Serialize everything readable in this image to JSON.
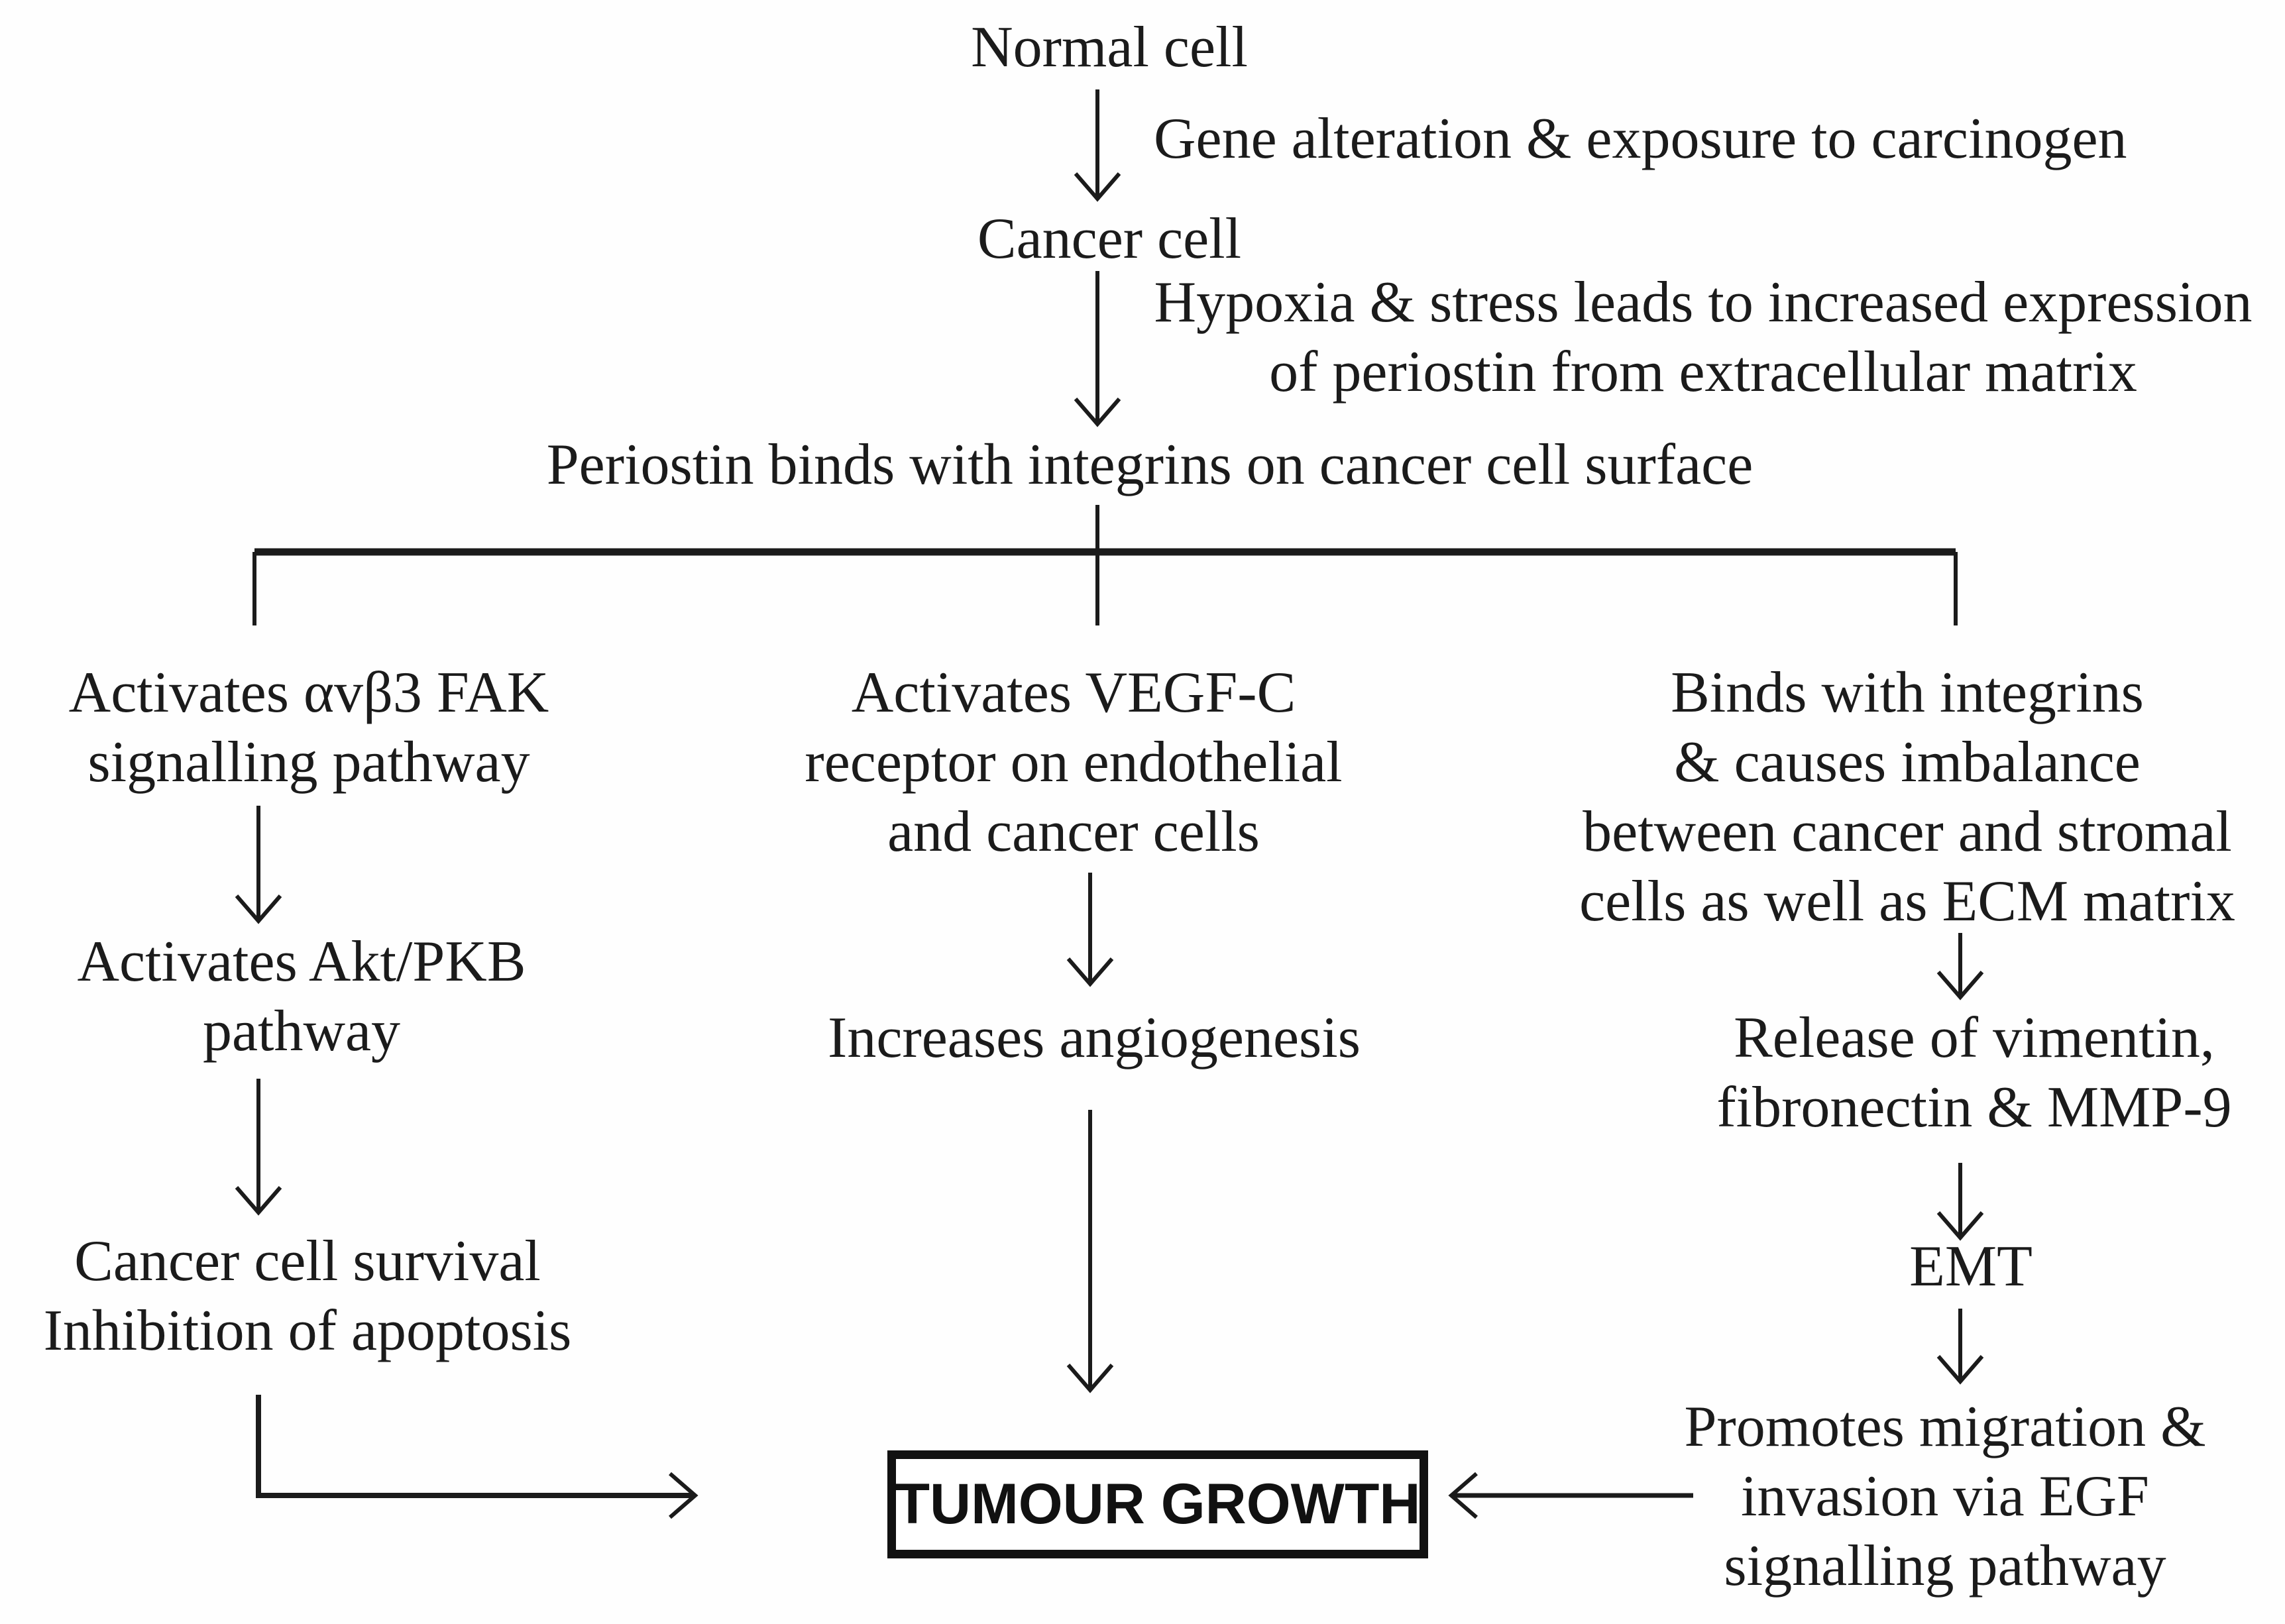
{
  "colors": {
    "ink": "#1b1b1b",
    "background": "#ffffff"
  },
  "flow": {
    "normal_cell": "Normal cell",
    "gene_alteration_label": "Gene alteration & exposure to carcinogen",
    "cancer_cell": "Cancer cell",
    "hypoxia_label_line1": "Hypoxia & stress leads to increased expression",
    "hypoxia_label_line2": "of periostin from extracellular matrix",
    "periostin_binds": "Periostin binds with integrins on cancer cell surface",
    "left_branch": {
      "step1_line1": "Activates αvβ3 FAK",
      "step1_line2": "signalling pathway",
      "step2_line1": "Activates Akt/PKB",
      "step2_line2": "pathway",
      "step3_line1": "Cancer cell survival",
      "step3_line2": "Inhibition of apoptosis"
    },
    "middle_branch": {
      "step1_line1": "Activates VEGF-C",
      "step1_line2": "receptor on endothelial",
      "step1_line3": "and cancer cells",
      "step2": "Increases angiogenesis"
    },
    "right_branch": {
      "step1_line1": "Binds with integrins",
      "step1_line2": "& causes imbalance",
      "step1_line3": "between cancer and stromal",
      "step1_line4": "cells as well as ECM matrix",
      "step2_line1": "Release of vimentin,",
      "step2_line2": "fibronectin & MMP-9",
      "step3": "EMT",
      "step4_line1": "Promotes migration &",
      "step4_line2": "invasion via EGF",
      "step4_line3": "signalling pathway"
    },
    "terminal": "TUMOUR GROWTH"
  }
}
